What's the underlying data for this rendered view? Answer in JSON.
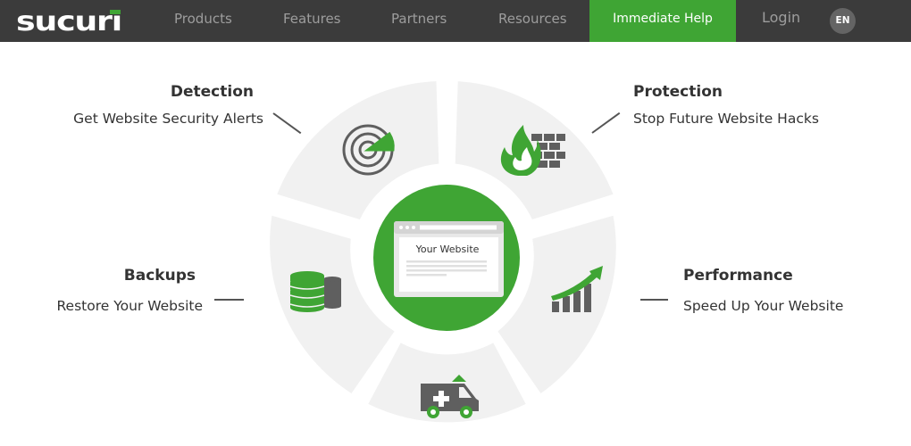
{
  "brand": {
    "logo_text": "sucuri",
    "accent_color": "#3fa534",
    "nav_bg": "#3b3b3b"
  },
  "nav": {
    "links": [
      "Products",
      "Features",
      "Partners",
      "Resources"
    ],
    "help_label": "Immediate Help",
    "login_label": "Login",
    "language": "EN"
  },
  "center": {
    "label": "Your Website"
  },
  "features": {
    "detection": {
      "title": "Detection",
      "subtitle": "Get Website Security Alerts",
      "icon": "radar-icon"
    },
    "protection": {
      "title": "Protection",
      "subtitle": "Stop Future Website Hacks",
      "icon": "firewall-icon"
    },
    "backups": {
      "title": "Backups",
      "subtitle": "Restore Your Website",
      "icon": "database-icon"
    },
    "performance": {
      "title": "Performance",
      "subtitle": "Speed Up Your Website",
      "icon": "growth-chart-icon"
    },
    "response": {
      "icon": "ambulance-icon"
    }
  }
}
